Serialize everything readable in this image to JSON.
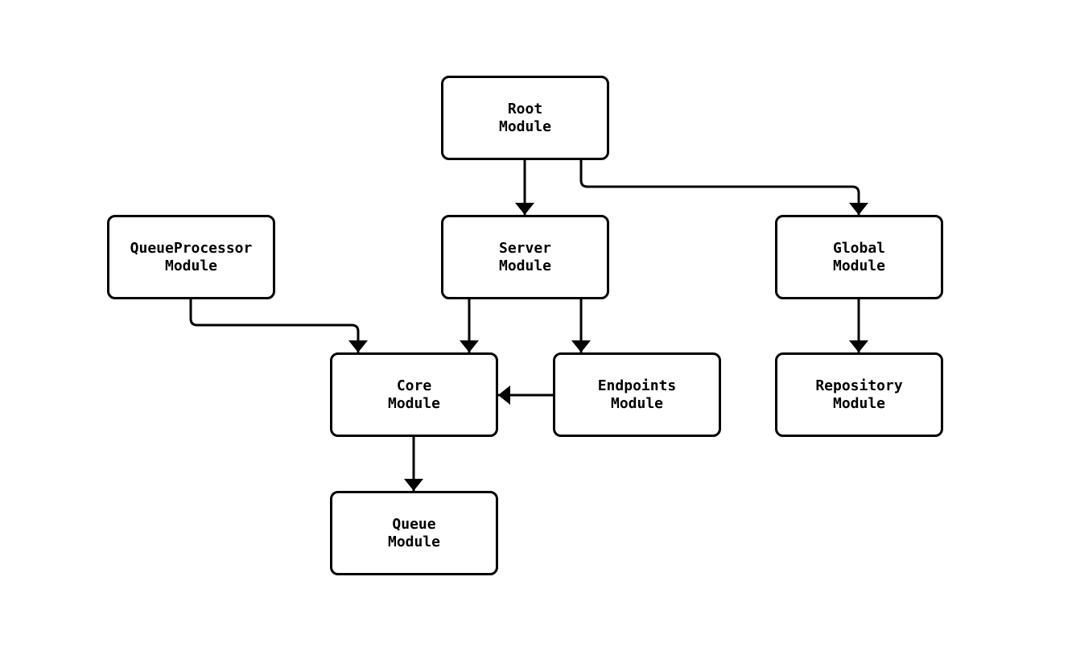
{
  "diagram": {
    "type": "flowchart",
    "background_color": "#ffffff",
    "node_fill_color": "#ffffff",
    "node_border_color": "#000000",
    "edge_color": "#000000",
    "text_color": "#000000",
    "nodes": [
      {
        "id": "root",
        "line1": "Root",
        "line2": "Module"
      },
      {
        "id": "queueProcessor",
        "line1": "QueueProcessor",
        "line2": "Module"
      },
      {
        "id": "server",
        "line1": "Server",
        "line2": "Module"
      },
      {
        "id": "global",
        "line1": "Global",
        "line2": "Module"
      },
      {
        "id": "core",
        "line1": "Core",
        "line2": "Module"
      },
      {
        "id": "endpoints",
        "line1": "Endpoints",
        "line2": "Module"
      },
      {
        "id": "repository",
        "line1": "Repository",
        "line2": "Module"
      },
      {
        "id": "queue",
        "line1": "Queue",
        "line2": "Module"
      }
    ],
    "edges": [
      {
        "from": "root",
        "to": "server"
      },
      {
        "from": "root",
        "to": "global"
      },
      {
        "from": "queueProcessor",
        "to": "core"
      },
      {
        "from": "server",
        "to": "core"
      },
      {
        "from": "server",
        "to": "endpoints"
      },
      {
        "from": "endpoints",
        "to": "core"
      },
      {
        "from": "global",
        "to": "repository"
      },
      {
        "from": "core",
        "to": "queue"
      }
    ]
  }
}
